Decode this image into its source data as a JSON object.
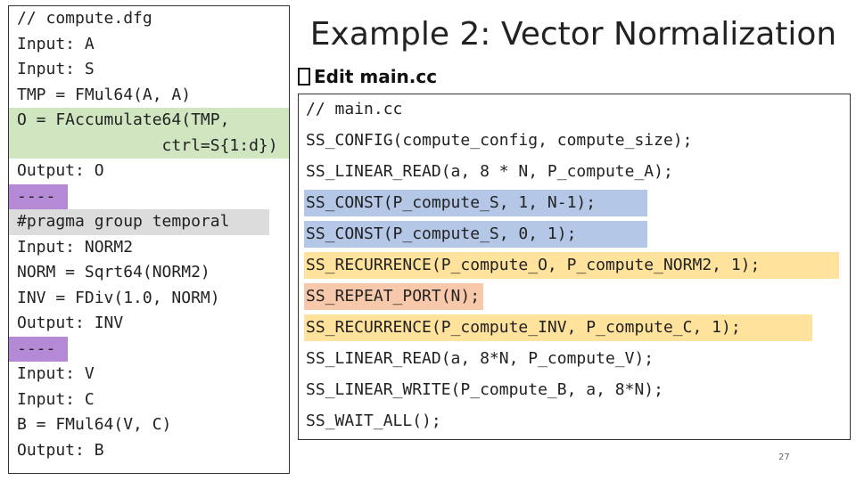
{
  "dfg_code": {
    "lines": [
      {
        "text": "// compute.dfg",
        "highlight": "none"
      },
      {
        "text": "Input: A",
        "highlight": "none"
      },
      {
        "text": "Input: S",
        "highlight": "none"
      },
      {
        "text": "TMP = FMul64(A, A)",
        "highlight": "none"
      },
      {
        "text": "O = FAccumulate64(TMP,",
        "highlight": "green"
      },
      {
        "text": "               ctrl=S{1:d})",
        "highlight": "green"
      },
      {
        "text": "Output: O",
        "highlight": "none"
      },
      {
        "text": "----",
        "highlight": "purple"
      },
      {
        "text": "#pragma group temporal",
        "highlight": "gray"
      },
      {
        "text": "Input: NORM2",
        "highlight": "none"
      },
      {
        "text": "NORM = Sqrt64(NORM2)",
        "highlight": "none"
      },
      {
        "text": "INV = FDiv(1.0, NORM)",
        "highlight": "none"
      },
      {
        "text": "Output: INV",
        "highlight": "none"
      },
      {
        "text": "----",
        "highlight": "purple"
      },
      {
        "text": "Input: V",
        "highlight": "none"
      },
      {
        "text": "Input: C",
        "highlight": "none"
      },
      {
        "text": "B = FMul64(V, C)",
        "highlight": "none"
      },
      {
        "text": "Output: B",
        "highlight": "none"
      }
    ]
  },
  "slide": {
    "title": "Example 2: Vector Normalization",
    "subheading": "Edit main.cc",
    "page_number": "27"
  },
  "main_code": {
    "lines": [
      {
        "text": "// main.cc",
        "highlight": "none"
      },
      {
        "text": "SS_CONFIG(compute_config, compute_size);",
        "highlight": "none"
      },
      {
        "text": "SS_LINEAR_READ(a, 8 * N, P_compute_A);",
        "highlight": "none"
      },
      {
        "text": "SS_CONST(P_compute_S, 1, N-1);",
        "highlight": "blue"
      },
      {
        "text": "SS_CONST(P_compute_S, 0, 1);",
        "highlight": "blue"
      },
      {
        "text": "SS_RECURRENCE(P_compute_O, P_compute_NORM2, 1);",
        "highlight": "yellow"
      },
      {
        "text": "SS_REPEAT_PORT(N);",
        "highlight": "salmon"
      },
      {
        "text": "SS_RECURRENCE(P_compute_INV, P_compute_C, 1);",
        "highlight": "yellow"
      },
      {
        "text": "SS_LINEAR_READ(a, 8*N, P_compute_V);",
        "highlight": "none"
      },
      {
        "text": "SS_LINEAR_WRITE(P_compute_B, a, 8*N);",
        "highlight": "none"
      },
      {
        "text": "SS_WAIT_ALL();",
        "highlight": "none"
      }
    ]
  },
  "colors": {
    "green": "#cfe6c1",
    "gray": "#dcdcdc",
    "purple": "#b48ad6",
    "blue": "#b4c7e7",
    "yellow": "#ffe29b",
    "salmon": "#f8c8aa"
  }
}
